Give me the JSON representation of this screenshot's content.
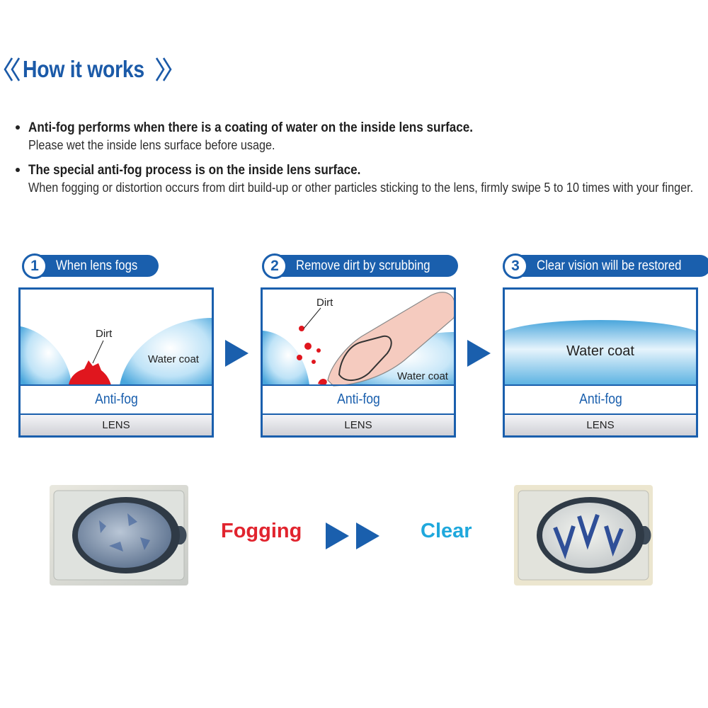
{
  "header": {
    "title": "How it works"
  },
  "bullets": [
    {
      "head": "Anti-fog performs when there is a coating of water on the inside lens surface.",
      "body": "Please wet the inside lens surface before usage."
    },
    {
      "head": "The special anti-fog process is on the inside lens surface.",
      "body": "When fogging or distortion occurs from dirt build-up or other particles sticking to the lens, firmly swipe 5 to 10 times with your finger."
    }
  ],
  "steps": [
    {
      "num": "1",
      "label": "When lens fogs"
    },
    {
      "num": "2",
      "label": "Remove dirt by scrubbing"
    },
    {
      "num": "3",
      "label": "Clear vision will be restored"
    }
  ],
  "panels": [
    {
      "dirt": "Dirt",
      "water": "Water coat",
      "antifog": "Anti-fog",
      "lens": "LENS"
    },
    {
      "dirt": "Dirt",
      "water": "Water coat",
      "antifog": "Anti-fog",
      "lens": "LENS"
    },
    {
      "water": "Water coat",
      "antifog": "Anti-fog",
      "lens": "LENS"
    }
  ],
  "comparison": {
    "before": "Fogging",
    "after": "Clear"
  },
  "colors": {
    "brand_blue": "#1a5fad",
    "fog_red": "#e1242e",
    "clear_cyan": "#1fa8dc"
  },
  "icons": [
    "bracket-left-icon",
    "bracket-right-icon",
    "arrow-right-icon",
    "finger-icon",
    "goggle-image"
  ]
}
